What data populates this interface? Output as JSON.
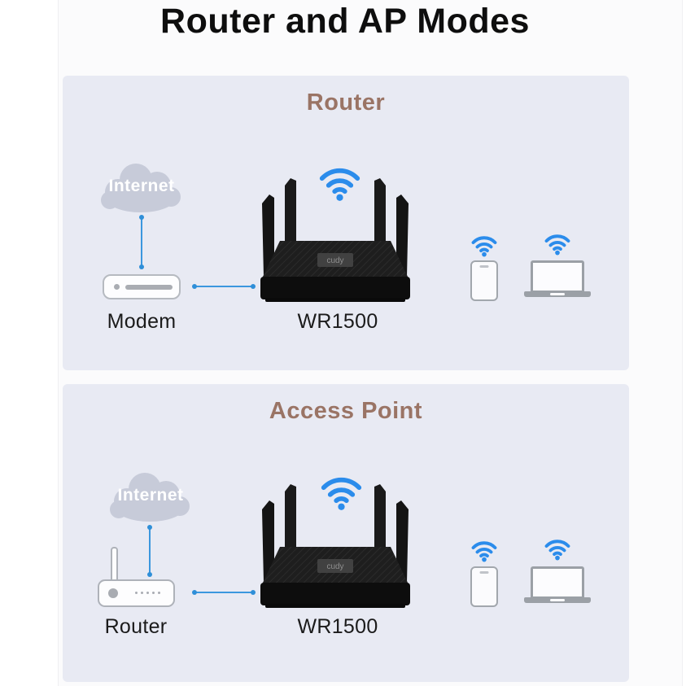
{
  "title": "Router and AP Modes",
  "panels": [
    {
      "heading": "Router",
      "cloud_label": "Internet",
      "source_label": "Modem",
      "device_label": "WR1500"
    },
    {
      "heading": "Access Point",
      "cloud_label": "Internet",
      "source_label": "Router",
      "device_label": "WR1500"
    }
  ],
  "device_logo": "cudy",
  "icons": {
    "wifi-icon": "blue wifi arcs with dot",
    "internet-cloud-icon": "gray cloud shape",
    "modem-icon": "rounded box with led and slot bar",
    "source-router-icon": "rounded box with antenna, led and five dots",
    "wr1500-router-icon": "black four-antenna wifi router",
    "phone-icon": "smartphone outline",
    "laptop-icon": "laptop outline",
    "connector": "blue line with endpoint dots"
  },
  "colors": {
    "accent_blue": "#2b8ceb",
    "connector_blue": "#3b97de",
    "heading_brown": "#9a7465",
    "panel_bg": "#e8eaf3",
    "cloud_gray": "#c7cbd9",
    "device_gray": "#9ba0a6",
    "label_black": "#1b1b1b"
  }
}
